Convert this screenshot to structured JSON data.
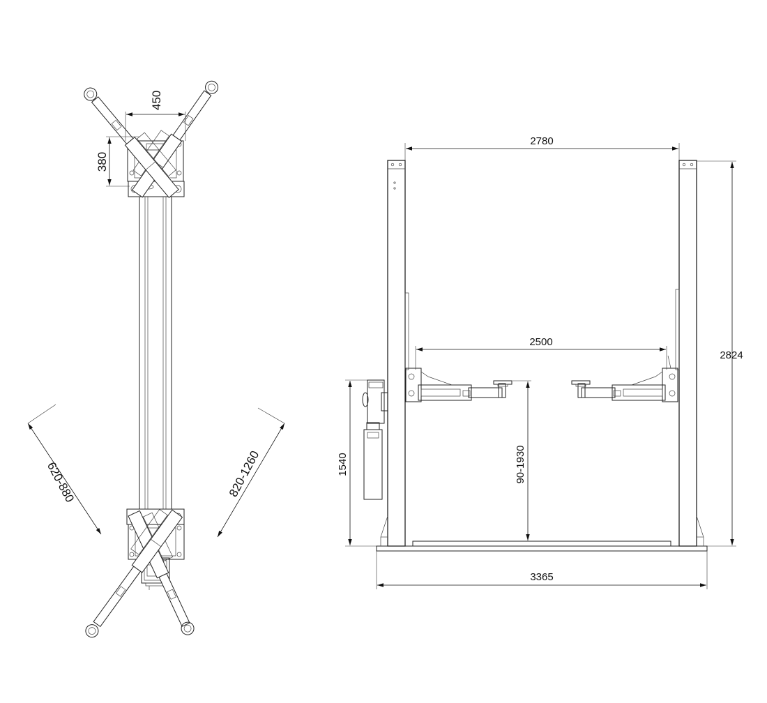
{
  "top_view": {
    "dim_width": "450",
    "dim_depth": "380",
    "dim_short_arm": "620-880",
    "dim_long_arm": "820-1260"
  },
  "front_view": {
    "dim_inner_width": "2780",
    "dim_arm_span": "2500",
    "dim_height": "2824",
    "dim_power_unit_height": "1540",
    "dim_lift_range": "90-1930",
    "dim_overall_width": "3365"
  }
}
